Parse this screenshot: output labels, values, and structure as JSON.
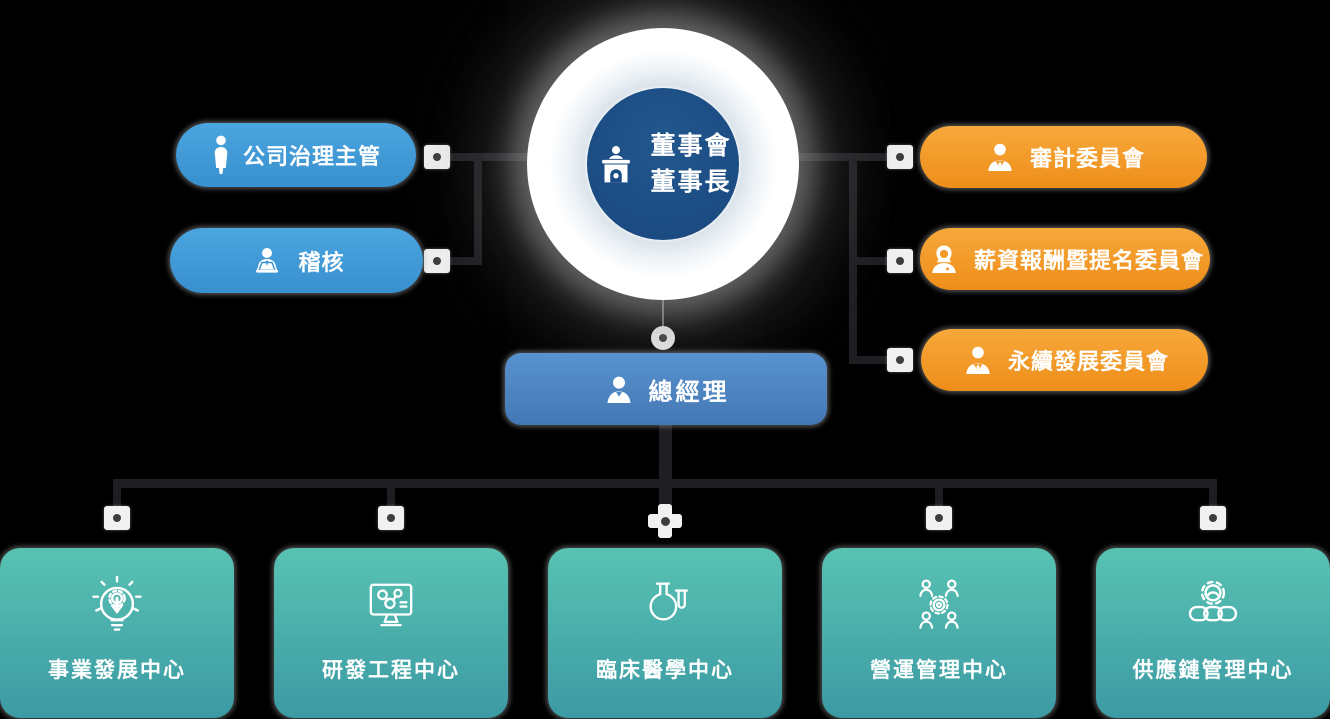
{
  "org": {
    "board": {
      "line1": "董事會",
      "line2": "董事長",
      "icon": "chairman-desk-icon"
    },
    "left_branches": [
      {
        "label": "公司治理主管",
        "icon": "person-icon"
      },
      {
        "label": "稽核",
        "icon": "auditor-laptop-icon"
      }
    ],
    "right_committees": [
      {
        "label": "審計委員會",
        "icon": "businessman-icon"
      },
      {
        "label": "薪資報酬暨提名委員會",
        "icon": "businesswoman-icon"
      },
      {
        "label": "永續發展委員會",
        "icon": "businessman-icon"
      }
    ],
    "general_manager": {
      "label": "總經理",
      "icon": "manager-bust-icon"
    },
    "centers": [
      {
        "label": "事業發展中心",
        "icon": "innovation-bulb-icon"
      },
      {
        "label": "研發工程中心",
        "icon": "rd-monitor-icon"
      },
      {
        "label": "臨床醫學中心",
        "icon": "clinical-flask-icon"
      },
      {
        "label": "營運管理中心",
        "icon": "operations-team-icon"
      },
      {
        "label": "供應鏈管理中心",
        "icon": "supply-chain-icon"
      }
    ]
  },
  "colors": {
    "background": "#000000",
    "branch_blue": "#3E9BD6",
    "manager_blue": "#4C86C4",
    "committee_orange": "#F29A28",
    "board_navy": "#1B4D86",
    "center_teal_top": "#58C2B2",
    "center_teal_bottom": "#3C9AA4",
    "connector_line": "#1F1F23",
    "text": "#FFFFFF"
  }
}
